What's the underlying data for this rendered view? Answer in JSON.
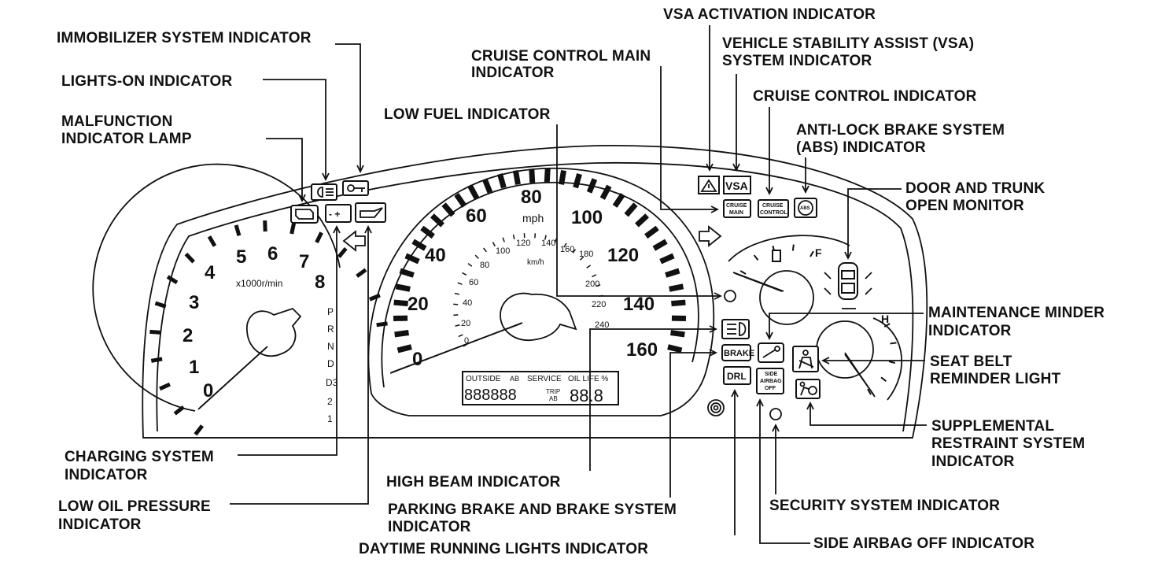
{
  "labels": {
    "immobilizer": "IMMOBILIZER SYSTEM INDICATOR",
    "lights_on": "LIGHTS-ON INDICATOR",
    "malfunction_1": "MALFUNCTION",
    "malfunction_2": "INDICATOR LAMP",
    "charging_1": "CHARGING SYSTEM",
    "charging_2": "INDICATOR",
    "low_oil_1": "LOW OIL PRESSURE",
    "low_oil_2": "INDICATOR",
    "cruise_main_1": "CRUISE CONTROL MAIN",
    "cruise_main_2": "INDICATOR",
    "low_fuel": "LOW FUEL INDICATOR",
    "vsa_activation": "VSA ACTIVATION INDICATOR",
    "vsa_system_1": "VEHICLE STABILITY ASSIST (VSA)",
    "vsa_system_2": "SYSTEM INDICATOR",
    "cruise_control": "CRUISE CONTROL INDICATOR",
    "abs_1": "ANTI-LOCK BRAKE SYSTEM",
    "abs_2": "(ABS) INDICATOR",
    "door_trunk_1": "DOOR AND TRUNK",
    "door_trunk_2": "OPEN MONITOR",
    "maintenance_1": "MAINTENANCE MINDER",
    "maintenance_2": "INDICATOR",
    "seat_belt_1": "SEAT BELT",
    "seat_belt_2": "REMINDER LIGHT",
    "srs_1": "SUPPLEMENTAL",
    "srs_2": "RESTRAINT SYSTEM",
    "srs_3": "INDICATOR",
    "high_beam": "HIGH BEAM INDICATOR",
    "parking_brake_1": "PARKING BRAKE AND BRAKE SYSTEM",
    "parking_brake_2": "INDICATOR",
    "drl": "DAYTIME RUNNING LIGHTS INDICATOR",
    "security": "SECURITY SYSTEM INDICATOR",
    "side_airbag": "SIDE AIRBAG OFF INDICATOR"
  },
  "tachometer": {
    "numbers": [
      "0",
      "1",
      "2",
      "3",
      "4",
      "5",
      "6",
      "7",
      "8"
    ],
    "unit": "x1000r/min"
  },
  "speedometer": {
    "mph_numbers": [
      "0",
      "20",
      "40",
      "60",
      "80",
      "100",
      "120",
      "140",
      "160"
    ],
    "mph_unit": "mph",
    "kmh_numbers": [
      "0",
      "20",
      "40",
      "60",
      "80",
      "100",
      "120",
      "140",
      "160",
      "180",
      "200",
      "220",
      "240"
    ],
    "kmh_unit": "km/h"
  },
  "display": {
    "top_outside": "OUTSIDE",
    "top_ab": "AB",
    "top_service": "SERVICE",
    "top_oil": "OIL LIFE %",
    "digits_left": "888888",
    "trip": "TRIP",
    "trip_ab": "AB",
    "digits_right": "88.8"
  },
  "gear_letters": [
    "P",
    "R",
    "N",
    "D",
    "D3",
    "2",
    "1"
  ],
  "fuel_gauge": {
    "full": "F"
  },
  "temp_gauge": {
    "hot": "H"
  },
  "indicator_text": {
    "vsa": "VSA",
    "cruise_main_1": "CRUISE",
    "cruise_main_2": "MAIN",
    "cruise_control_1": "CRUISE",
    "cruise_control_2": "CONTROL",
    "abs": "ABS",
    "brake": "BRAKE",
    "drl": "DRL",
    "side_airbag_1": "SIDE",
    "side_airbag_2": "AIRBAG",
    "side_airbag_3": "OFF",
    "battery": "- +"
  },
  "icons": [
    "engine-icon",
    "headlight-icon",
    "key-icon",
    "battery-icon",
    "oil-can-icon",
    "warning-triangle-icon",
    "abs-circle-icon",
    "high-beam-icon",
    "wrench-icon",
    "seat-belt-icon",
    "airbag-icon",
    "security-icon",
    "fuel-pump-icon",
    "door-car-icon",
    "turn-arrow-icon"
  ],
  "colors": {
    "ink": "#111111",
    "paper": "#ffffff"
  }
}
